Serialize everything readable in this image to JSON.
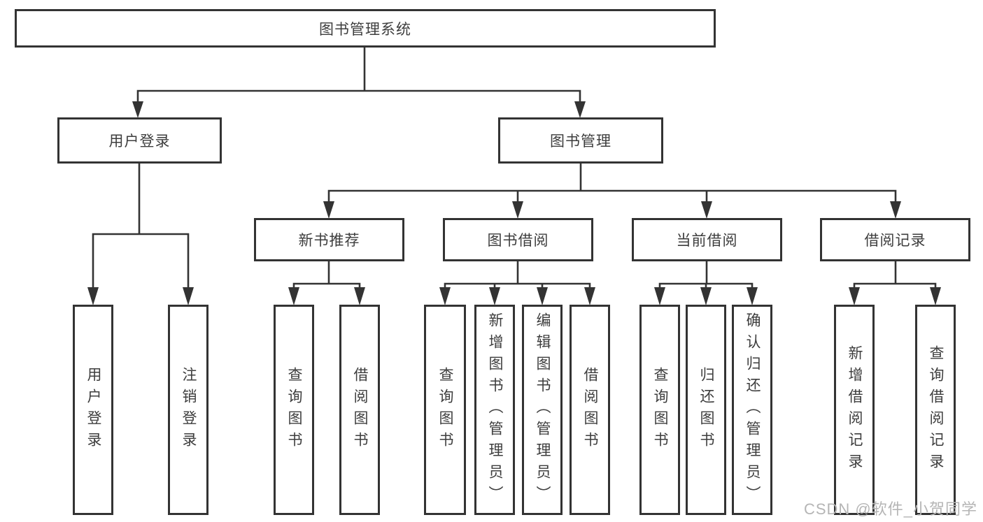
{
  "title": "图书管理系统",
  "colors": {
    "line": "#333333",
    "text": "#3d3d3d",
    "watermark": "#b5b5b5",
    "background": "#ffffff"
  },
  "tree": {
    "root": {
      "label": "图书管理系统"
    },
    "branches": [
      {
        "label": "用户登录",
        "children": [
          {
            "label": "用户登录"
          },
          {
            "label": "注销登录"
          }
        ]
      },
      {
        "label": "图书管理",
        "children": [
          {
            "label": "新书推荐",
            "children": [
              {
                "label": "查询图书"
              },
              {
                "label": "借阅图书"
              }
            ]
          },
          {
            "label": "图书借阅",
            "children": [
              {
                "label": "查询图书"
              },
              {
                "label": "新增图书（管理员）"
              },
              {
                "label": "编辑图书（管理员）"
              },
              {
                "label": "借阅图书"
              }
            ]
          },
          {
            "label": "当前借阅",
            "children": [
              {
                "label": "查询图书"
              },
              {
                "label": "归还图书"
              },
              {
                "label": "确认归还（管理员）"
              }
            ]
          },
          {
            "label": "借阅记录",
            "children": [
              {
                "label": "新增借阅记录"
              },
              {
                "label": "查询借阅记录"
              }
            ]
          }
        ]
      }
    ]
  },
  "watermark": {
    "text": "CSDN @软件_小贺同学"
  }
}
